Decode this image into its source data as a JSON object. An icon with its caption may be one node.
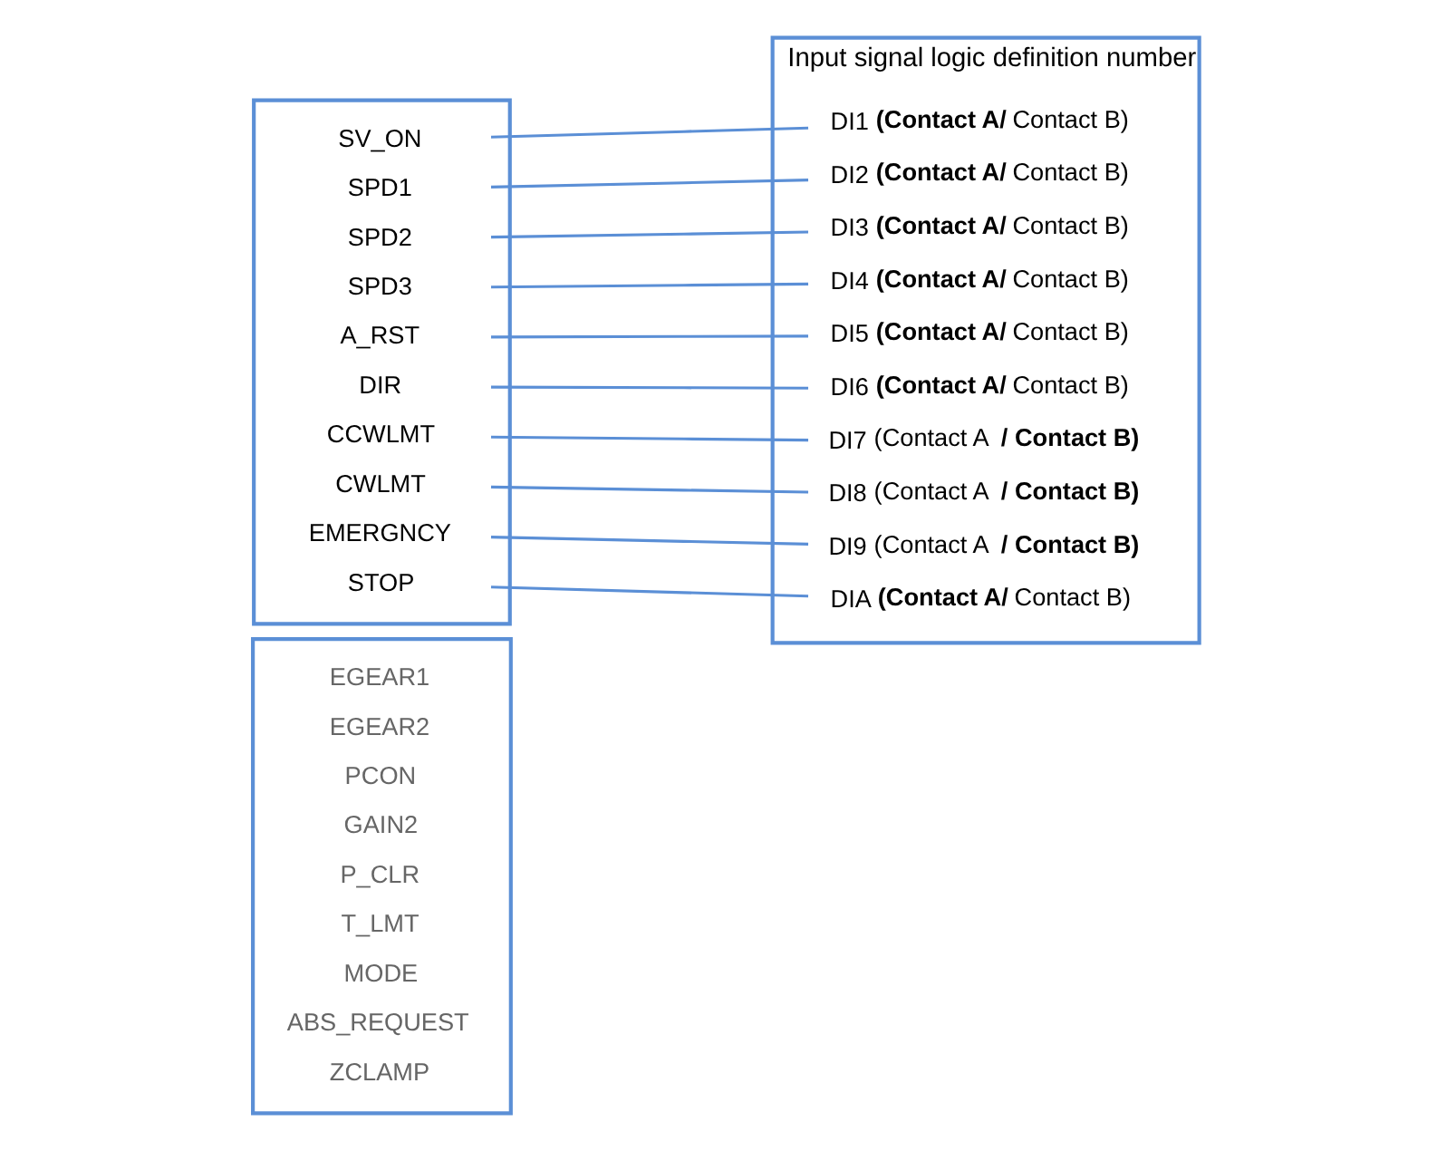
{
  "diagram": {
    "nodes": [
      {
        "text": [],
        "shape": "box"
      },
      {
        "text": [
          "SV_ON"
        ],
        "in": 0
      },
      {
        "text": [
          "SPD1"
        ],
        "in": 0
      },
      {
        "text": [
          "SPD2"
        ],
        "in": 0
      },
      {
        "text": [
          "SPD3"
        ],
        "in": 0
      },
      {
        "text": [
          "A_RST"
        ],
        "in": 0
      },
      {
        "text": [
          "DIR"
        ],
        "in": 0
      },
      {
        "text": [
          "CCWLMT"
        ],
        "in": 0
      },
      {
        "text": [
          "CWLMT"
        ],
        "in": 0
      },
      {
        "text": [
          "EMERGNCY"
        ],
        "in": 0
      },
      {
        "text": [
          "STOP"
        ],
        "in": 0
      },
      {
        "text": [],
        "shape": "box"
      },
      {
        "text": [
          "EGEAR1"
        ],
        "in": 11
      },
      {
        "text": [
          "EGEAR2"
        ],
        "in": 11
      },
      {
        "text": [
          "PCON"
        ],
        "in": 11
      },
      {
        "text": [
          "GAIN2"
        ],
        "in": 11
      },
      {
        "text": [
          "P_CLR"
        ],
        "in": 11
      },
      {
        "text": [
          "T_LMT"
        ],
        "in": 11
      },
      {
        "text": [
          "MODE"
        ],
        "in": 11
      },
      {
        "text": [
          "ABS_REQUEST"
        ],
        "in": 11
      },
      {
        "text": [
          "ZCLAMP"
        ],
        "in": 11
      },
      {
        "text": [
          "Input signal logic definition number"
        ]
      },
      {
        "text": [
          "DI1",
          "**(Contact A/** Contact B)"
        ],
        "in": 21
      },
      {
        "text": [
          "DI2",
          "**(Contact A/** Contact B)"
        ],
        "in": 21
      },
      {
        "text": [
          "DI3",
          "**(Contact A/** Contact B)"
        ],
        "in": 21
      },
      {
        "text": [
          "DI4",
          "**(Contact A/** Contact B)"
        ],
        "in": 21
      },
      {
        "text": [
          "DI5",
          "**(Contact A/** Contact B)"
        ],
        "in": 21
      },
      {
        "text": [
          "DI6",
          "**(Contact A/** Contact B)"
        ],
        "in": 21
      },
      {
        "text": [
          "DI7",
          "(Contact A **/ Contact B)**"
        ],
        "in": 21
      },
      {
        "text": [
          "DI8",
          "(Contact A **/ Contact B)**"
        ],
        "in": 21
      },
      {
        "text": [
          "DI9",
          "(Contact A **/ Contact B)**"
        ],
        "in": 21
      },
      {
        "text": [
          "DIA",
          "**(Contact A/** Contact B)"
        ],
        "in": 21
      }
    ],
    "edges": [
      {
        "from": 1,
        "to": 22,
        "arrow": "none"
      },
      {
        "from": 2,
        "to": 23,
        "arrow": "none"
      },
      {
        "from": 3,
        "to": 24,
        "arrow": "none"
      },
      {
        "from": 4,
        "to": 25,
        "arrow": "none"
      },
      {
        "from": 5,
        "to": 26,
        "arrow": "none"
      },
      {
        "from": 6,
        "to": 27,
        "arrow": "none"
      },
      {
        "from": 7,
        "to": 28,
        "arrow": "none"
      },
      {
        "from": 8,
        "to": 29,
        "arrow": "none"
      },
      {
        "from": 9,
        "to": 30,
        "arrow": "none"
      },
      {
        "from": 10,
        "to": 31,
        "arrow": "none"
      }
    ]
  }
}
